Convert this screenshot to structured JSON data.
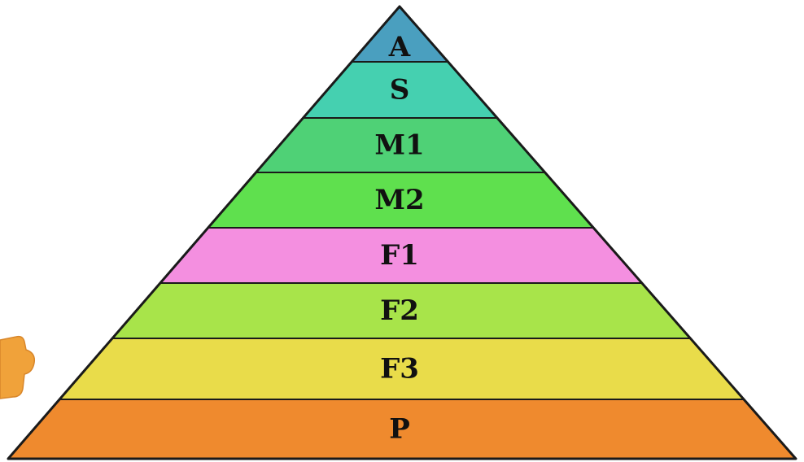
{
  "pyramid": {
    "levels": [
      {
        "label": "A",
        "color": "#4a9fbf"
      },
      {
        "label": "S",
        "color": "#45d0b0"
      },
      {
        "label": "M1",
        "color": "#4fd176"
      },
      {
        "label": "M2",
        "color": "#5fe04e"
      },
      {
        "label": "F1",
        "color": "#f48fe0"
      },
      {
        "label": "F2",
        "color": "#a8e44a"
      },
      {
        "label": "F3",
        "color": "#e9dc4a"
      },
      {
        "label": "P",
        "color": "#ef8a2e"
      }
    ]
  },
  "side_badge": {
    "icon": "puzzle-piece-icon",
    "color": "#f0a23a"
  }
}
